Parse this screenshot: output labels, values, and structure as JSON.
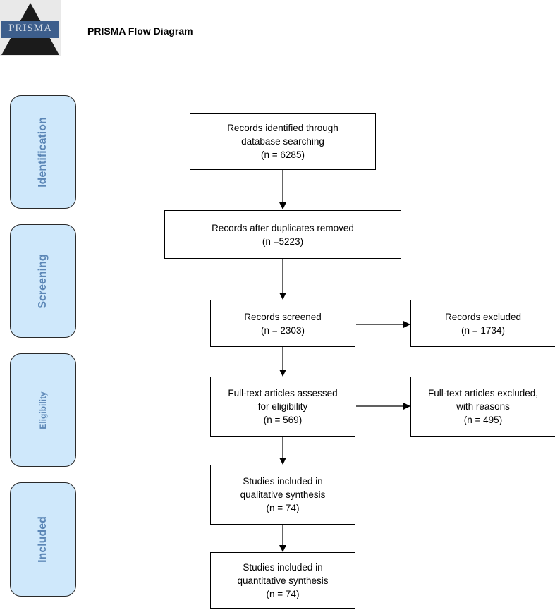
{
  "header": {
    "logo_text": "PRISMA",
    "title": "PRISMA Flow Diagram"
  },
  "phases": {
    "identification": "Identification",
    "screening": "Screening",
    "eligibility": "Eligibility",
    "included": "Included"
  },
  "boxes": {
    "identified": {
      "line1": "Records identified through",
      "line2": "database searching",
      "count": "(n = 6285)"
    },
    "duplicates_removed": {
      "line1": "Records after duplicates removed",
      "count": "(n =5223)"
    },
    "screened": {
      "line1": "Records screened",
      "count": "(n = 2303)"
    },
    "excluded": {
      "line1": "Records excluded",
      "count": "(n = 1734)"
    },
    "fulltext_assessed": {
      "line1": "Full-text articles assessed",
      "line2": "for eligibility",
      "count": "(n = 569)"
    },
    "fulltext_excluded": {
      "line1": "Full-text articles excluded,",
      "line2": "with reasons",
      "count": "(n = 495)"
    },
    "qualitative": {
      "line1": "Studies included in",
      "line2": "qualitative synthesis",
      "count": "(n = 74)"
    },
    "quantitative": {
      "line1": "Studies included in",
      "line2": "quantitative synthesis",
      "count": "(n = 74)"
    }
  },
  "colors": {
    "phase_fill": "#cfe8fb",
    "phase_text": "#5b86b6",
    "box_border": "#000000"
  }
}
